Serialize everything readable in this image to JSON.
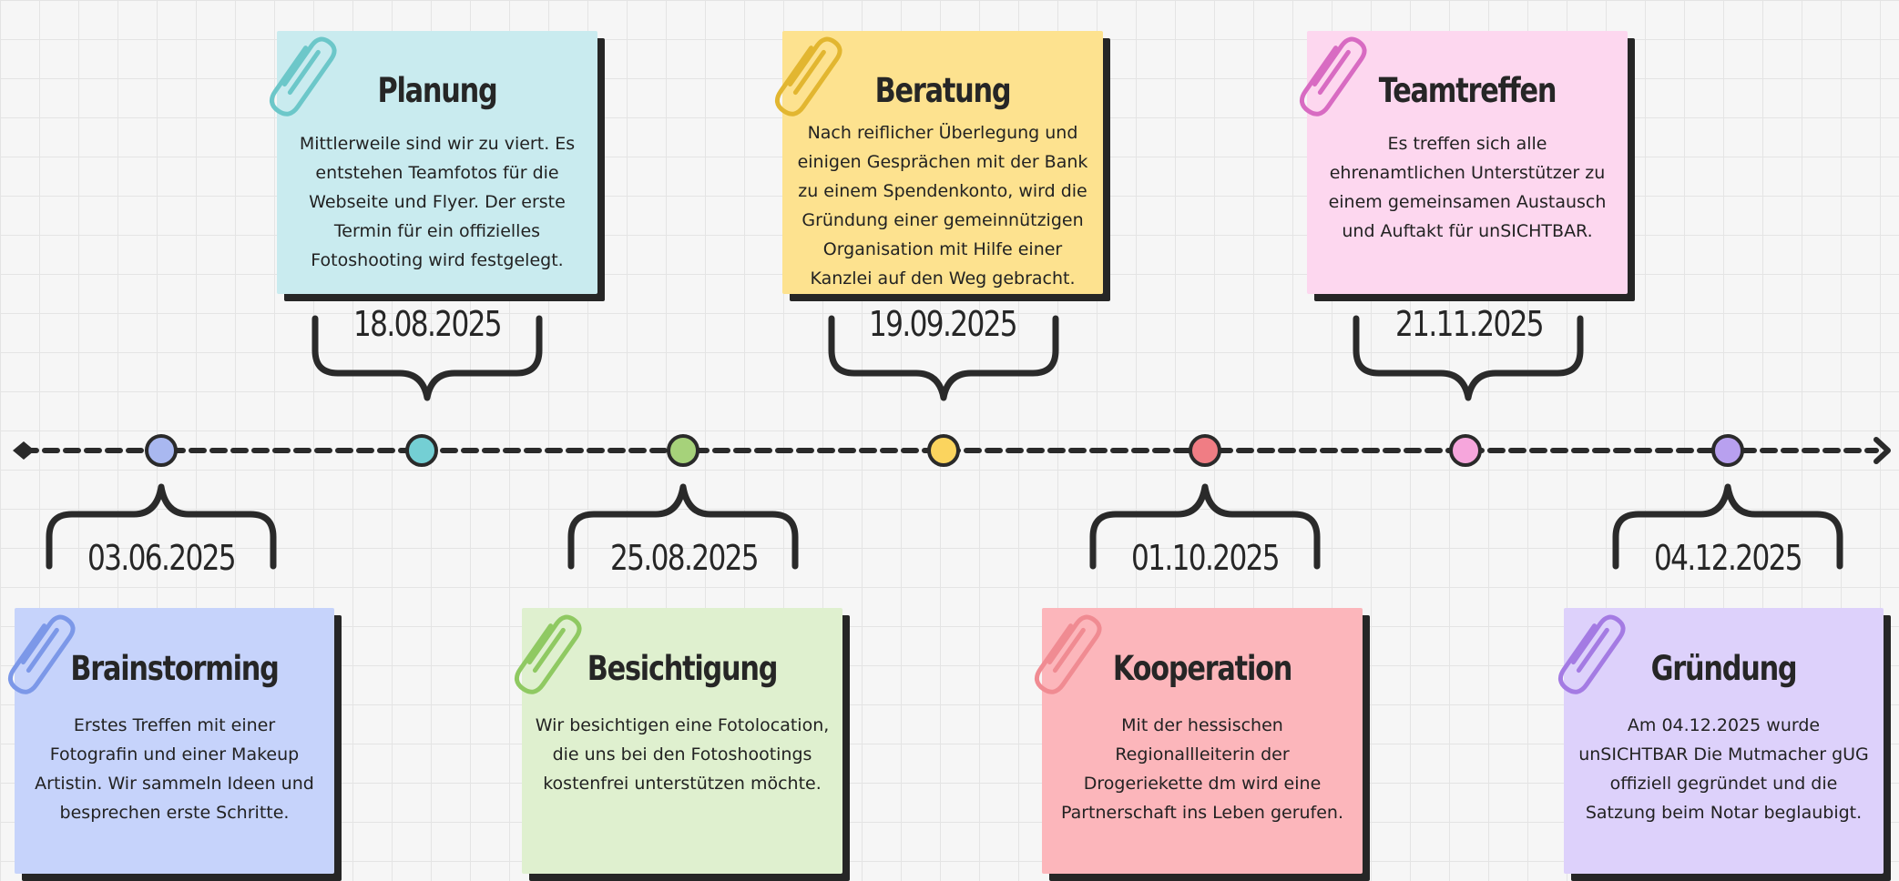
{
  "milestones": [
    {
      "date": "03.06.2025",
      "title": "Brainstorming",
      "text": "Erstes Treffen mit einer Fotografin und einer Makeup Artistin. Wir sammeln Ideen und besprechen erste Schritte.",
      "dot_color": "#a9b8f0",
      "note_color": "#c6d3fb",
      "clip_color": "#7c98e8"
    },
    {
      "date": "18.08.2025",
      "title": "Planung",
      "text": "Mittlerweile sind wir zu viert. Es entstehen Teamfotos für die Webseite und Flyer. Der erste Termin für ein offizielles Fotoshooting wird festgelegt.",
      "dot_color": "#74cfd4",
      "note_color": "#c9ebef",
      "clip_color": "#6cc7c9"
    },
    {
      "date": "25.08.2025",
      "title": "Besichtigung",
      "text": "Wir besichtigen eine Fotolocation, die uns bei den Fotoshootings kostenfrei unterstützen möchte.",
      "dot_color": "#a6d27a",
      "note_color": "#dff0cf",
      "clip_color": "#8fc962"
    },
    {
      "date": "19.09.2025",
      "title": "Beratung",
      "text": "Nach reiflicher Überlegung und einigen Gesprächen mit der Bank zu einem Spendenkonto, wird die Gründung einer gemeinnützigen Organisation mit Hilfe einer Kanzlei auf den Weg gebracht.",
      "dot_color": "#fbd45e",
      "note_color": "#fde28f",
      "clip_color": "#e2b630"
    },
    {
      "date": "01.10.2025",
      "title": "Kooperation",
      "text": "Mit der hessischen Regionallleiterin der Drogeriekette dm wird eine Partnerschaft ins Leben gerufen.",
      "dot_color": "#f07d84",
      "note_color": "#fcb6bb",
      "clip_color": "#f08b92"
    },
    {
      "date": "21.11.2025",
      "title": "Teamtreffen",
      "text": "Es treffen sich alle ehrenamtlichen Unterstützer zu einem gemeinsamen Austausch und Auftakt für unSICHTBAR.",
      "dot_color": "#f6a6dc",
      "note_color": "#fdd7ef",
      "clip_color": "#d86bc2"
    },
    {
      "date": "04.12.2025",
      "title": "Gründung",
      "text": "Am 04.12.2025 wurde unSICHTBAR Die Mutmacher gUG offiziell gegründet und die Satzung beim Notar beglaubigt.",
      "dot_color": "#b8a0ef",
      "note_color": "#ddd1fb",
      "clip_color": "#a47be3"
    }
  ],
  "colors": {
    "line": "#2a2a2a",
    "background": "#f6f6f6"
  }
}
